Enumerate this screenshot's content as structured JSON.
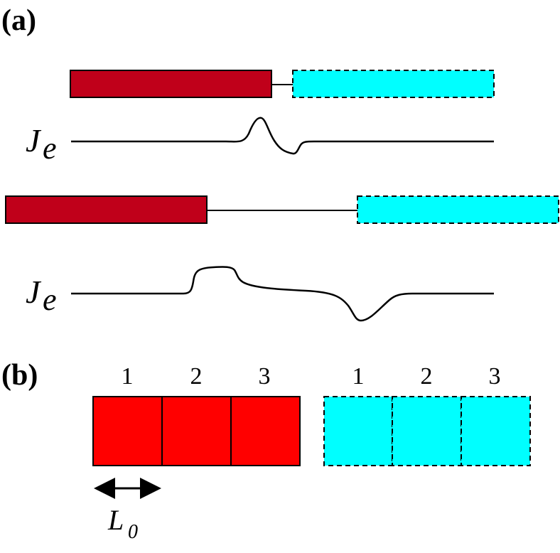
{
  "panel_a": {
    "label": "(a)",
    "current_label": "J",
    "current_subscript": "e"
  },
  "panel_b": {
    "label": "(b)",
    "segment_labels": [
      "1",
      "2",
      "3"
    ],
    "length_label": "L",
    "length_subscript": "0"
  },
  "colors": {
    "dark_red": "#c0001a",
    "red": "#ff0000",
    "cyan": "#00ffff",
    "line": "#000000"
  }
}
